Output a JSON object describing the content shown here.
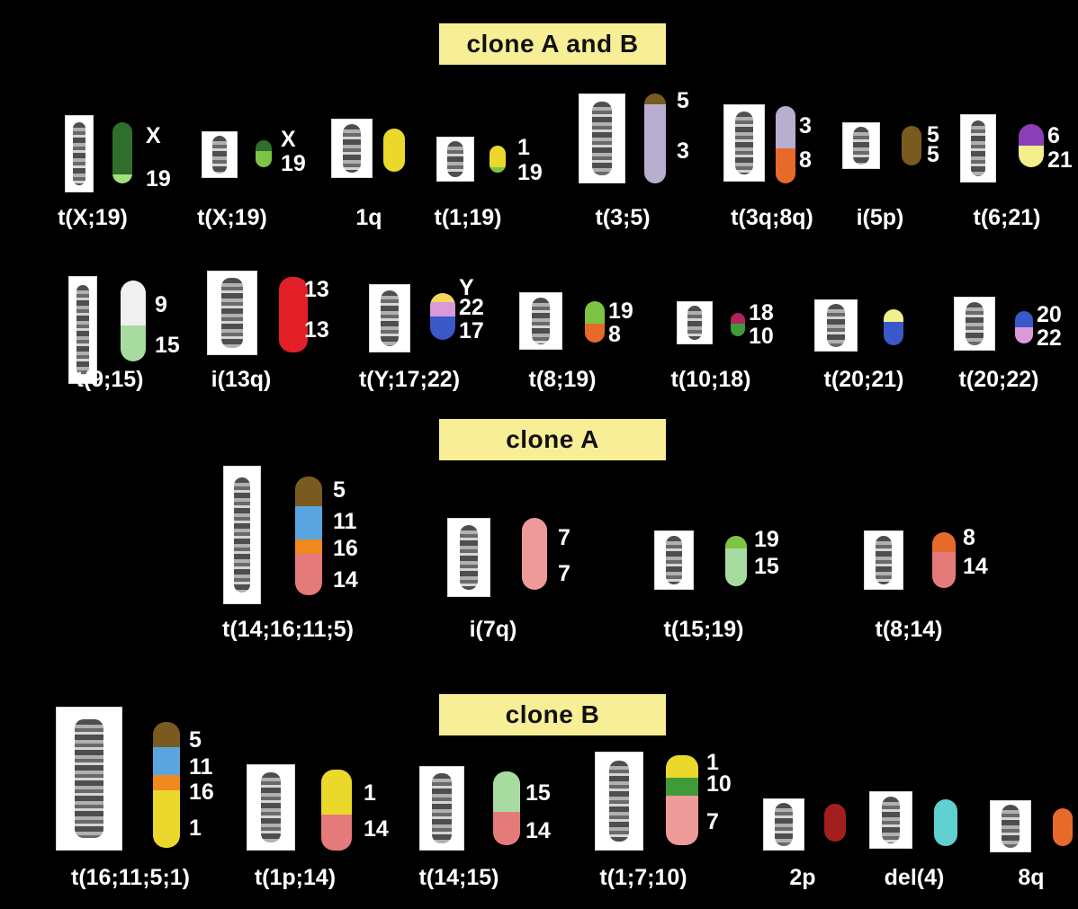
{
  "banners": {
    "clone_ab": "clone A and B",
    "clone_a": "clone A",
    "clone_b": "clone B"
  },
  "items": [
    {
      "label": "t(X;19)",
      "numbers": [
        "X",
        "19"
      ],
      "colors": [
        "#2f6e2c",
        "#a7e07a"
      ],
      "fracs": [
        0.85,
        0.15
      ]
    },
    {
      "label": "t(X;19)",
      "numbers": [
        "X",
        "19"
      ],
      "colors": [
        "#2f6e2c",
        "#7cc442"
      ],
      "fracs": [
        0.4,
        0.6
      ]
    },
    {
      "label": "1q",
      "numbers": [],
      "colors": [
        "#ead92a"
      ],
      "fracs": [
        1
      ]
    },
    {
      "label": "t(1;19)",
      "numbers": [
        "1",
        "19"
      ],
      "colors": [
        "#ead92a",
        "#7cc442"
      ],
      "fracs": [
        0.8,
        0.2
      ]
    },
    {
      "label": "t(3;5)",
      "numbers": [
        "5",
        "3"
      ],
      "colors": [
        "#7a5a1f",
        "#b8aed0"
      ],
      "fracs": [
        0.12,
        0.88
      ]
    },
    {
      "label": "t(3q;8q)",
      "numbers": [
        "3",
        "8"
      ],
      "colors": [
        "#b8aed0",
        "#e86a2a"
      ],
      "fracs": [
        0.55,
        0.45
      ]
    },
    {
      "label": "i(5p)",
      "numbers": [
        "5",
        "5"
      ],
      "colors": [
        "#7a5a1f"
      ],
      "fracs": [
        1
      ]
    },
    {
      "label": "t(6;21)",
      "numbers": [
        "6",
        "21"
      ],
      "colors": [
        "#8a3fb6",
        "#f3ee8e"
      ],
      "fracs": [
        0.5,
        0.5
      ]
    },
    {
      "label": "t(9;15)",
      "numbers": [
        "9",
        "15"
      ],
      "colors": [
        "#f0f0f0",
        "#a8dba0"
      ],
      "fracs": [
        0.55,
        0.45
      ]
    },
    {
      "label": "i(13q)",
      "numbers": [
        "13",
        "13"
      ],
      "colors": [
        "#e21e26",
        "#e21e26"
      ],
      "fracs": [
        0.5,
        0.5
      ]
    },
    {
      "label": "t(Y;17;22)",
      "numbers": [
        "Y",
        "22",
        "17"
      ],
      "colors": [
        "#f0d85a",
        "#d99ad8",
        "#3a58c7"
      ],
      "fracs": [
        0.2,
        0.3,
        0.5
      ]
    },
    {
      "label": "t(8;19)",
      "numbers": [
        "19",
        "8"
      ],
      "colors": [
        "#7cc442",
        "#e86a2a"
      ],
      "fracs": [
        0.55,
        0.45
      ]
    },
    {
      "label": "t(10;18)",
      "numbers": [
        "18",
        "10"
      ],
      "colors": [
        "#b0235f",
        "#3f9a3a"
      ],
      "fracs": [
        0.45,
        0.55
      ]
    },
    {
      "label": "t(20;21)",
      "numbers": [],
      "colors": [
        "#f3ee8e",
        "#3a58c7"
      ],
      "fracs": [
        0.35,
        0.65
      ]
    },
    {
      "label": "t(20;22)",
      "numbers": [
        "20",
        "22"
      ],
      "colors": [
        "#3a58c7",
        "#d99ad8"
      ],
      "fracs": [
        0.5,
        0.5
      ]
    },
    {
      "label": "t(14;16;11;5)",
      "numbers": [
        "5",
        "11",
        "16",
        "14"
      ],
      "colors": [
        "#7a5a1f",
        "#5aa5e0",
        "#f08a1e",
        "#e57a7a"
      ],
      "fracs": [
        0.25,
        0.28,
        0.12,
        0.35
      ]
    },
    {
      "label": "i(7q)",
      "numbers": [
        "7",
        "7"
      ],
      "colors": [
        "#ef9a9a",
        "#ef9a9a"
      ],
      "fracs": [
        0.5,
        0.5
      ]
    },
    {
      "label": "t(15;19)",
      "numbers": [
        "19",
        "15"
      ],
      "colors": [
        "#7cc442",
        "#a8dba0"
      ],
      "fracs": [
        0.25,
        0.75
      ]
    },
    {
      "label": "t(8;14)",
      "numbers": [
        "8",
        "14"
      ],
      "colors": [
        "#e86a2a",
        "#e57a7a"
      ],
      "fracs": [
        0.35,
        0.65
      ]
    },
    {
      "label": "t(16;11;5;1)",
      "numbers": [
        "5",
        "11",
        "16",
        "1"
      ],
      "colors": [
        "#7a5a1f",
        "#5aa5e0",
        "#f08a1e",
        "#ead92a"
      ],
      "fracs": [
        0.2,
        0.22,
        0.12,
        0.46
      ]
    },
    {
      "label": "t(1p;14)",
      "numbers": [
        "1",
        "14"
      ],
      "colors": [
        "#ead92a",
        "#e57a7a"
      ],
      "fracs": [
        0.55,
        0.45
      ]
    },
    {
      "label": "t(14;15)",
      "numbers": [
        "15",
        "14"
      ],
      "colors": [
        "#a8dba0",
        "#e57a7a"
      ],
      "fracs": [
        0.55,
        0.45
      ]
    },
    {
      "label": "t(1;7;10)",
      "numbers": [
        "1",
        "10",
        "7"
      ],
      "colors": [
        "#ead92a",
        "#3f9a3a",
        "#ef9a9a"
      ],
      "fracs": [
        0.25,
        0.2,
        0.55
      ]
    },
    {
      "label": "2p",
      "numbers": [],
      "colors": [
        "#a11f1f"
      ],
      "fracs": [
        1
      ]
    },
    {
      "label": "del(4)",
      "numbers": [],
      "colors": [
        "#5fcfcf"
      ],
      "fracs": [
        1
      ]
    },
    {
      "label": "8q",
      "numbers": [],
      "colors": [
        "#e86a2a"
      ],
      "fracs": [
        1
      ]
    }
  ]
}
